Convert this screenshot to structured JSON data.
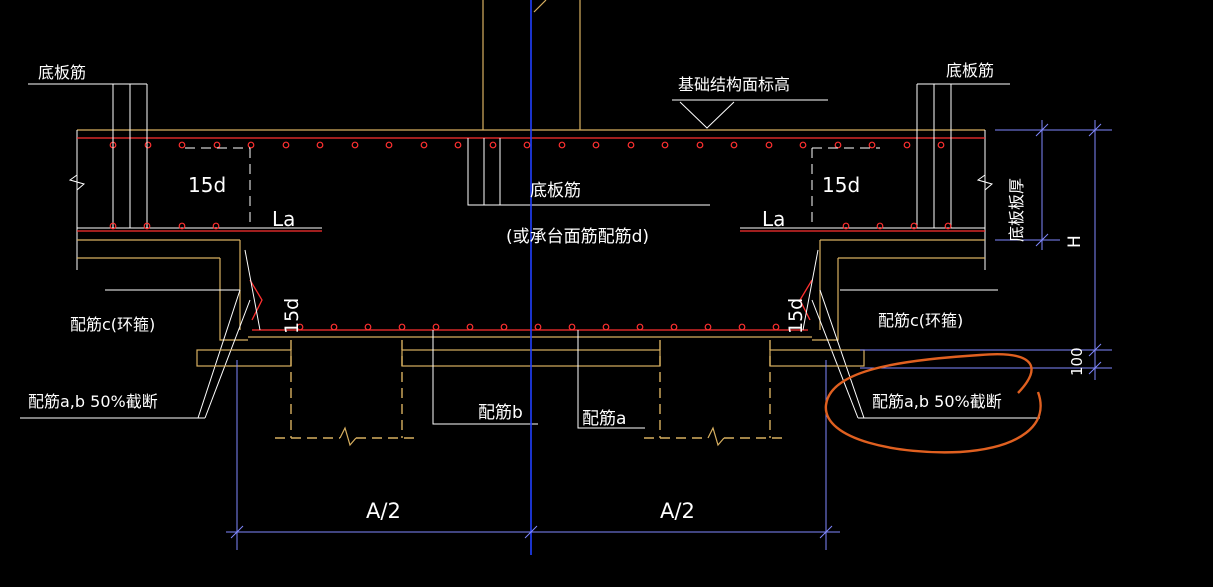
{
  "labels": {
    "bottom_bar_tl": "底板筋",
    "bottom_bar_tr": "底板筋",
    "top_elevation": "基础结构面标高",
    "center_bar": "底板筋",
    "center_note": "(或承台面筋配筋d)",
    "anchor_15d_left": "15d",
    "anchor_15d_right": "15d",
    "la_left": "La",
    "la_right": "La",
    "rebar_c_left": "配筋c(环箍)",
    "rebar_c_right": "配筋c(环箍)",
    "vert_15d_left": "15d",
    "vert_15d_right": "15d",
    "rebar_ab_left": "配筋a,b 50%截断",
    "rebar_ab_right": "配筋a,b 50%截断",
    "rebar_b": "配筋b",
    "rebar_a": "配筋a",
    "slab_thickness": "底板板厚",
    "dim_h": "H",
    "dim_100": "100",
    "dim_half_left": "A/2",
    "dim_half_right": "A/2"
  },
  "colors": {
    "background": "#000000",
    "structure": "#d8b060",
    "rebar": "#ff3030",
    "dimension": "#8088ff",
    "centerline": "#2040ff",
    "annotation_circle": "#e06020",
    "text": "#ffffff"
  }
}
